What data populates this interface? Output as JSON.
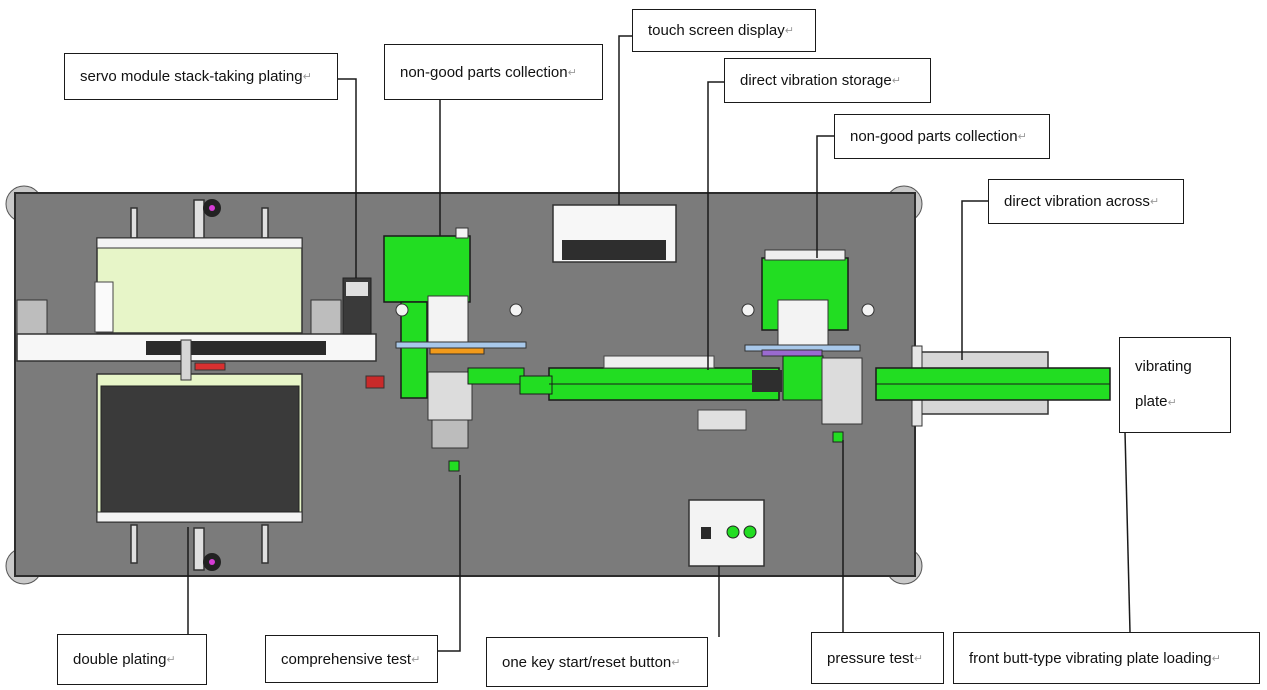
{
  "colors": {
    "plate": "#7b7b7b",
    "plate_border": "#2c2c2c",
    "module_green": "#22dd22",
    "tray": "#e7f5c8",
    "pale_blue": "#a8c8ea",
    "line": "#1a1a1a"
  },
  "return_mark": "↵",
  "labels": {
    "servo": "servo module stack-taking plating",
    "nongood_left": "non-good parts collection",
    "touch_screen": "touch screen display",
    "dv_storage": "direct vibration storage",
    "nongood_right": "non-good parts collection",
    "dv_across": "direct vibration across",
    "vibrating_plate_1": "vibrating",
    "vibrating_plate_2": "plate",
    "double_plating": "double plating",
    "comprehensive_test": "comprehensive test",
    "one_key": "one key start/reset button",
    "pressure_test": "pressure test",
    "front_butt": "front butt-type vibrating plate loading"
  }
}
